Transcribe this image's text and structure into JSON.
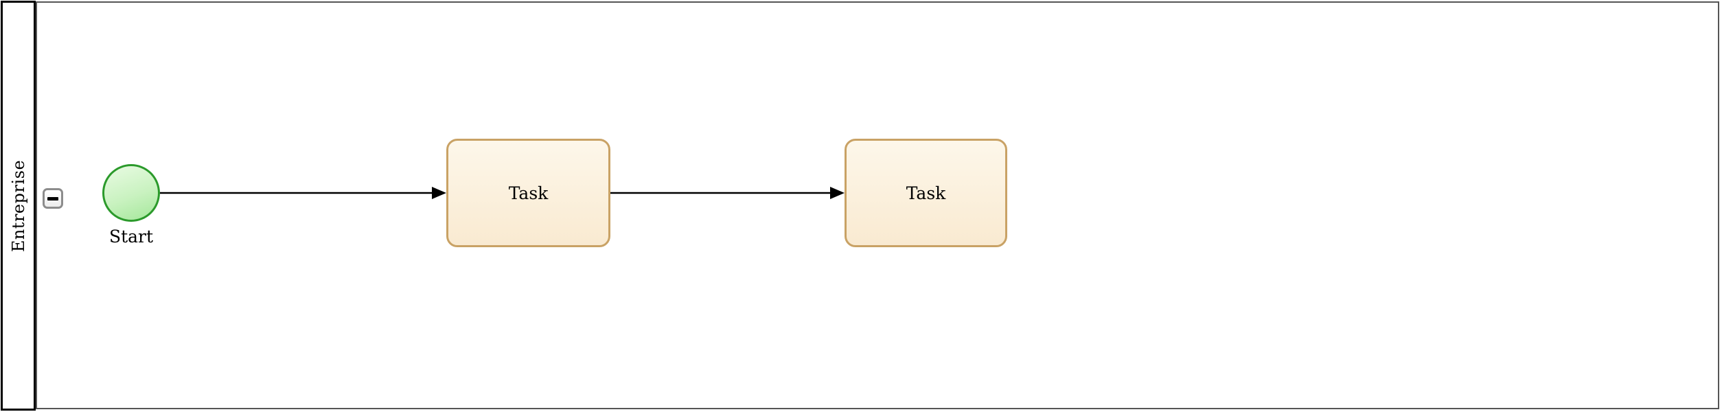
{
  "pool": {
    "label": "Entreprise",
    "collapse_icon": "minus-icon"
  },
  "nodes": {
    "start": {
      "type": "start-event",
      "label": "Start"
    },
    "task1": {
      "type": "task",
      "label": "Task"
    },
    "task2": {
      "type": "task",
      "label": "Task"
    }
  },
  "flows": [
    {
      "from": "start",
      "to": "task1"
    },
    {
      "from": "task1",
      "to": "task2"
    }
  ],
  "colors": {
    "pool_border": "#000000",
    "lane_border": "#555555",
    "start_border": "#2b9a2b",
    "start_fill_top": "#e9fbe3",
    "start_fill_bottom": "#a4e79a",
    "task_border": "#c9a265",
    "task_fill_top": "#fdf7ea",
    "task_fill_bottom": "#f9ead1",
    "flow": "#000000",
    "collapse_button_border": "#8c8c8c"
  }
}
